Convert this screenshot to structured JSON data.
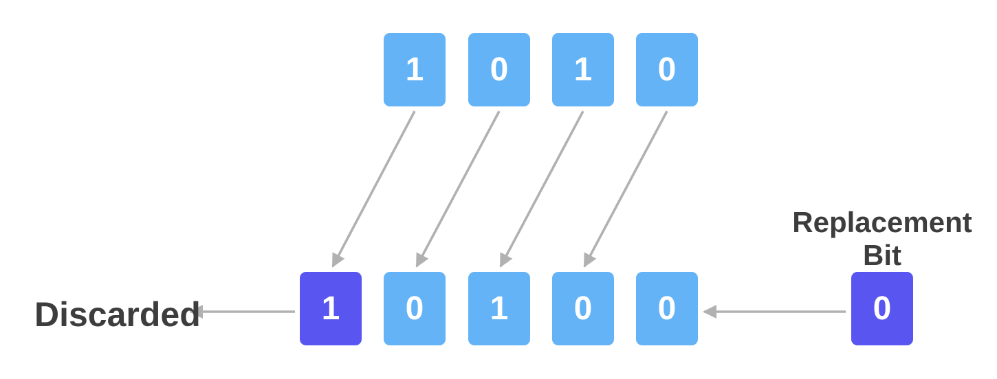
{
  "diagram": {
    "top_row": {
      "bits": [
        "1",
        "0",
        "1",
        "0"
      ]
    },
    "bottom_row": {
      "bits": [
        "1",
        "0",
        "1",
        "0",
        "0"
      ],
      "discarded_bit_index": 0
    },
    "replacement": {
      "label_line1": "Replacement",
      "label_line2": "Bit",
      "bit": "0"
    },
    "discarded_label": "Discarded",
    "colors": {
      "bit_blue": "#64b3f7",
      "bit_purple": "#5955f0",
      "bit_text": "#ffffff",
      "arrow_gray": "#b1b1b1",
      "label_gray": "#3d3d3d",
      "background": "#ffffff"
    }
  }
}
